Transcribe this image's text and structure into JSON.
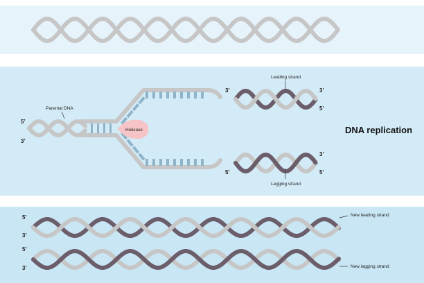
{
  "title": "DNA replication",
  "labels": {
    "parental_dna": "Parental DNA",
    "helicase": "Helicase",
    "leading_strand": "Leading strand",
    "legging_strand": "Legging strand",
    "new_leading_strand": "New leading strand",
    "new_lagging_strand": "New lagging strand"
  },
  "ends": {
    "five_prime": "5’",
    "three_prime": "3’"
  },
  "colors": {
    "parental_strand": "#c6c6c6",
    "new_strand": "#6b5e6a",
    "base_pair": "#8fb3c8",
    "helicase": "#f6c4c6"
  }
}
